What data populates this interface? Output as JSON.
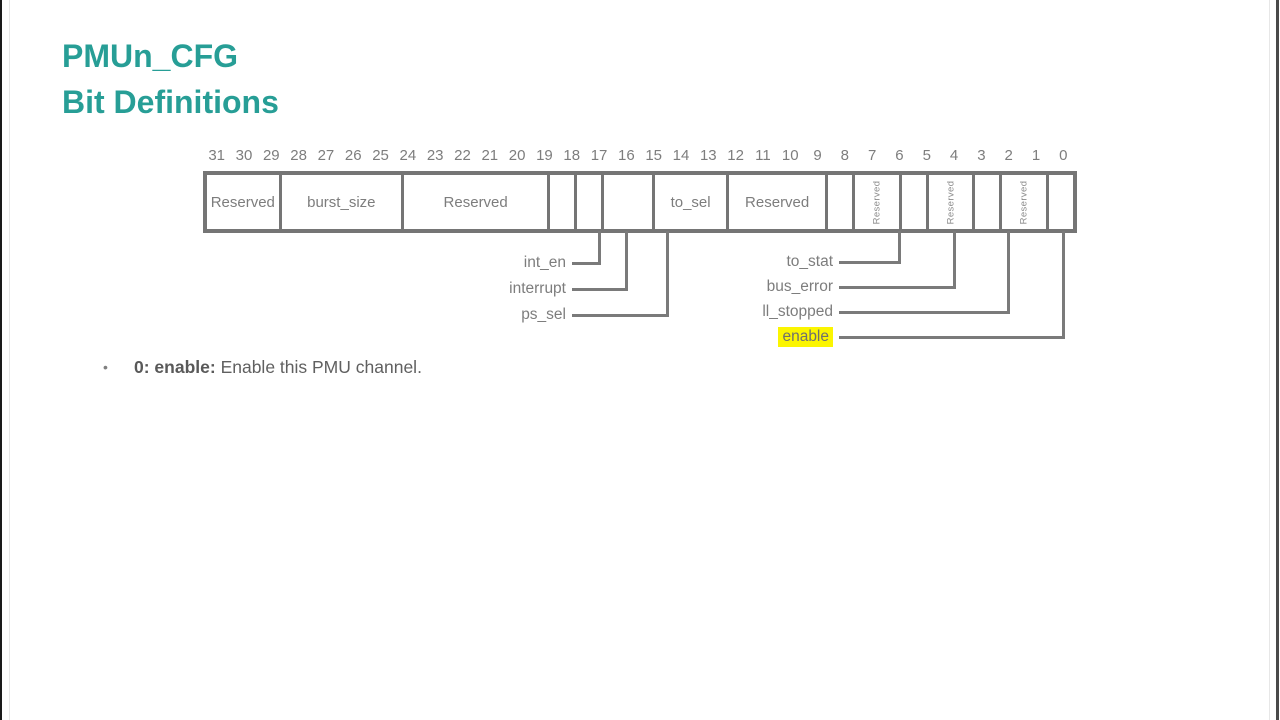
{
  "title": {
    "line1": "PMUn_CFG",
    "line2": "Bit Definitions"
  },
  "colors": {
    "accent_teal": "#279e96",
    "diagram_gray": "#7a7a7a",
    "text_gray": "#7d7d7d",
    "highlight_yellow": "#fbf501"
  },
  "register": {
    "bit_numbers": [
      "31",
      "30",
      "29",
      "28",
      "27",
      "26",
      "25",
      "24",
      "23",
      "22",
      "21",
      "20",
      "19",
      "18",
      "17",
      "16",
      "15",
      "14",
      "13",
      "12",
      "11",
      "10",
      "9",
      "8",
      "7",
      "6",
      "5",
      "4",
      "3",
      "2",
      "1",
      "0"
    ],
    "fields": [
      {
        "label": "Reserved",
        "bits": 3,
        "vertical": false
      },
      {
        "label": "burst_size",
        "bits": 5,
        "vertical": false
      },
      {
        "label": "Reserved",
        "bits": 6,
        "vertical": false
      },
      {
        "label": "",
        "bits": 1,
        "vertical": false
      },
      {
        "label": "",
        "bits": 1,
        "vertical": false
      },
      {
        "label": "",
        "bits": 2,
        "vertical": false
      },
      {
        "label": "to_sel",
        "bits": 3,
        "vertical": false
      },
      {
        "label": "Reserved",
        "bits": 4,
        "vertical": false
      },
      {
        "label": "",
        "bits": 1,
        "vertical": false
      },
      {
        "label": "Reserved",
        "bits": 1,
        "vertical": true
      },
      {
        "label": "",
        "bits": 1,
        "vertical": false
      },
      {
        "label": "Reserved",
        "bits": 1,
        "vertical": true
      },
      {
        "label": "",
        "bits": 1,
        "vertical": false
      },
      {
        "label": "Reserved",
        "bits": 1,
        "vertical": true
      },
      {
        "label": "",
        "bits": 1,
        "vertical": false
      }
    ],
    "callouts_left": [
      {
        "label": "int_en",
        "bit": 17,
        "span": 1,
        "highlight": false
      },
      {
        "label": "interrupt",
        "bit": 16,
        "span": 1,
        "highlight": false
      },
      {
        "label": "ps_sel",
        "bit": 15,
        "span": 2,
        "highlight": false
      }
    ],
    "callouts_right": [
      {
        "label": "to_stat",
        "bit": 6,
        "span": 1,
        "highlight": false
      },
      {
        "label": "bus_error",
        "bit": 4,
        "span": 1,
        "highlight": false
      },
      {
        "label": "ll_stopped",
        "bit": 2,
        "span": 1,
        "highlight": false
      },
      {
        "label": "enable",
        "bit": 0,
        "span": 1,
        "highlight": true
      }
    ]
  },
  "bullet": {
    "marker": "•",
    "bold": "0: enable:",
    "text": " Enable this PMU channel."
  }
}
